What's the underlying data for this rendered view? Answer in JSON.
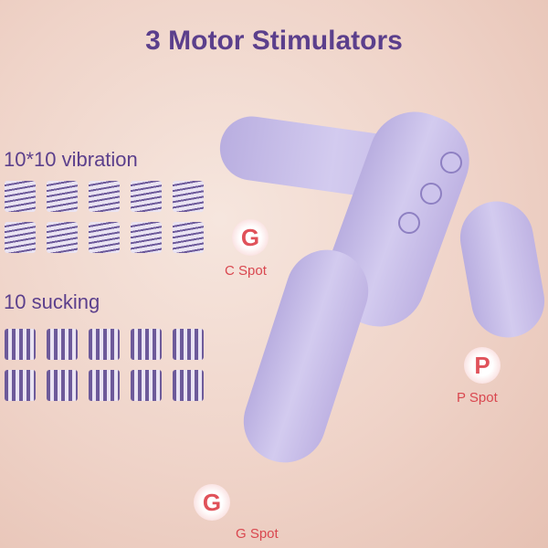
{
  "title": "3 Motor Stimulators",
  "vibration_label": "10*10 vibration",
  "sucking_label": "10 sucking",
  "spots": {
    "c": {
      "badge": "G",
      "label": "C Spot"
    },
    "p": {
      "badge": "P",
      "label": "P Spot"
    },
    "g": {
      "badge": "G",
      "label": "G Spot"
    }
  },
  "colors": {
    "accent": "#5b3f8c",
    "spot": "#e0525a",
    "product": "#c8bfe9"
  }
}
